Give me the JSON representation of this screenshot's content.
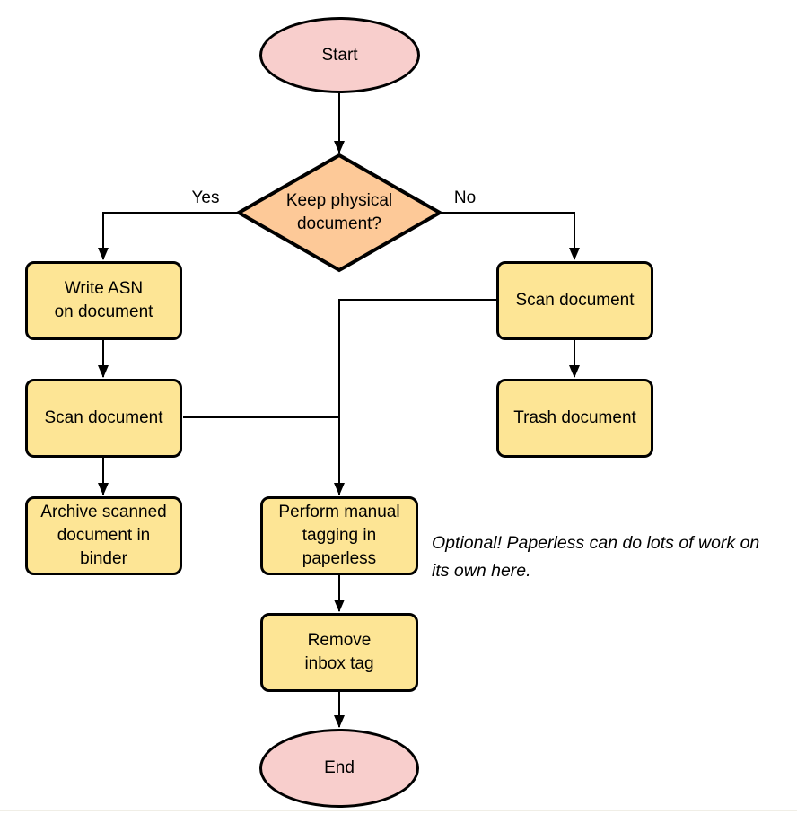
{
  "colors": {
    "terminal_fill": "#f8cecc",
    "decision_fill": "#fdc998",
    "process_fill": "#fde595",
    "stroke": "#000000",
    "background": "#ffffff"
  },
  "nodes": {
    "start": {
      "label": "Start",
      "type": "terminal"
    },
    "decision": {
      "label": "Keep physical\ndocument?",
      "type": "decision"
    },
    "write_asn": {
      "label": "Write ASN\non document",
      "type": "process"
    },
    "scan_left": {
      "label": "Scan document",
      "type": "process"
    },
    "archive": {
      "label": "Archive scanned\ndocument in\nbinder",
      "type": "process"
    },
    "scan_right": {
      "label": "Scan document",
      "type": "process"
    },
    "trash": {
      "label": "Trash document",
      "type": "process"
    },
    "perform_tagging": {
      "label": "Perform manual\ntagging in\npaperless",
      "type": "process"
    },
    "remove_inbox": {
      "label": "Remove\ninbox tag",
      "type": "process"
    },
    "end": {
      "label": "End",
      "type": "terminal"
    }
  },
  "edge_labels": {
    "yes": "Yes",
    "no": "No"
  },
  "annotation": {
    "text": "Optional! Paperless can do lots of work on\nits own here."
  }
}
